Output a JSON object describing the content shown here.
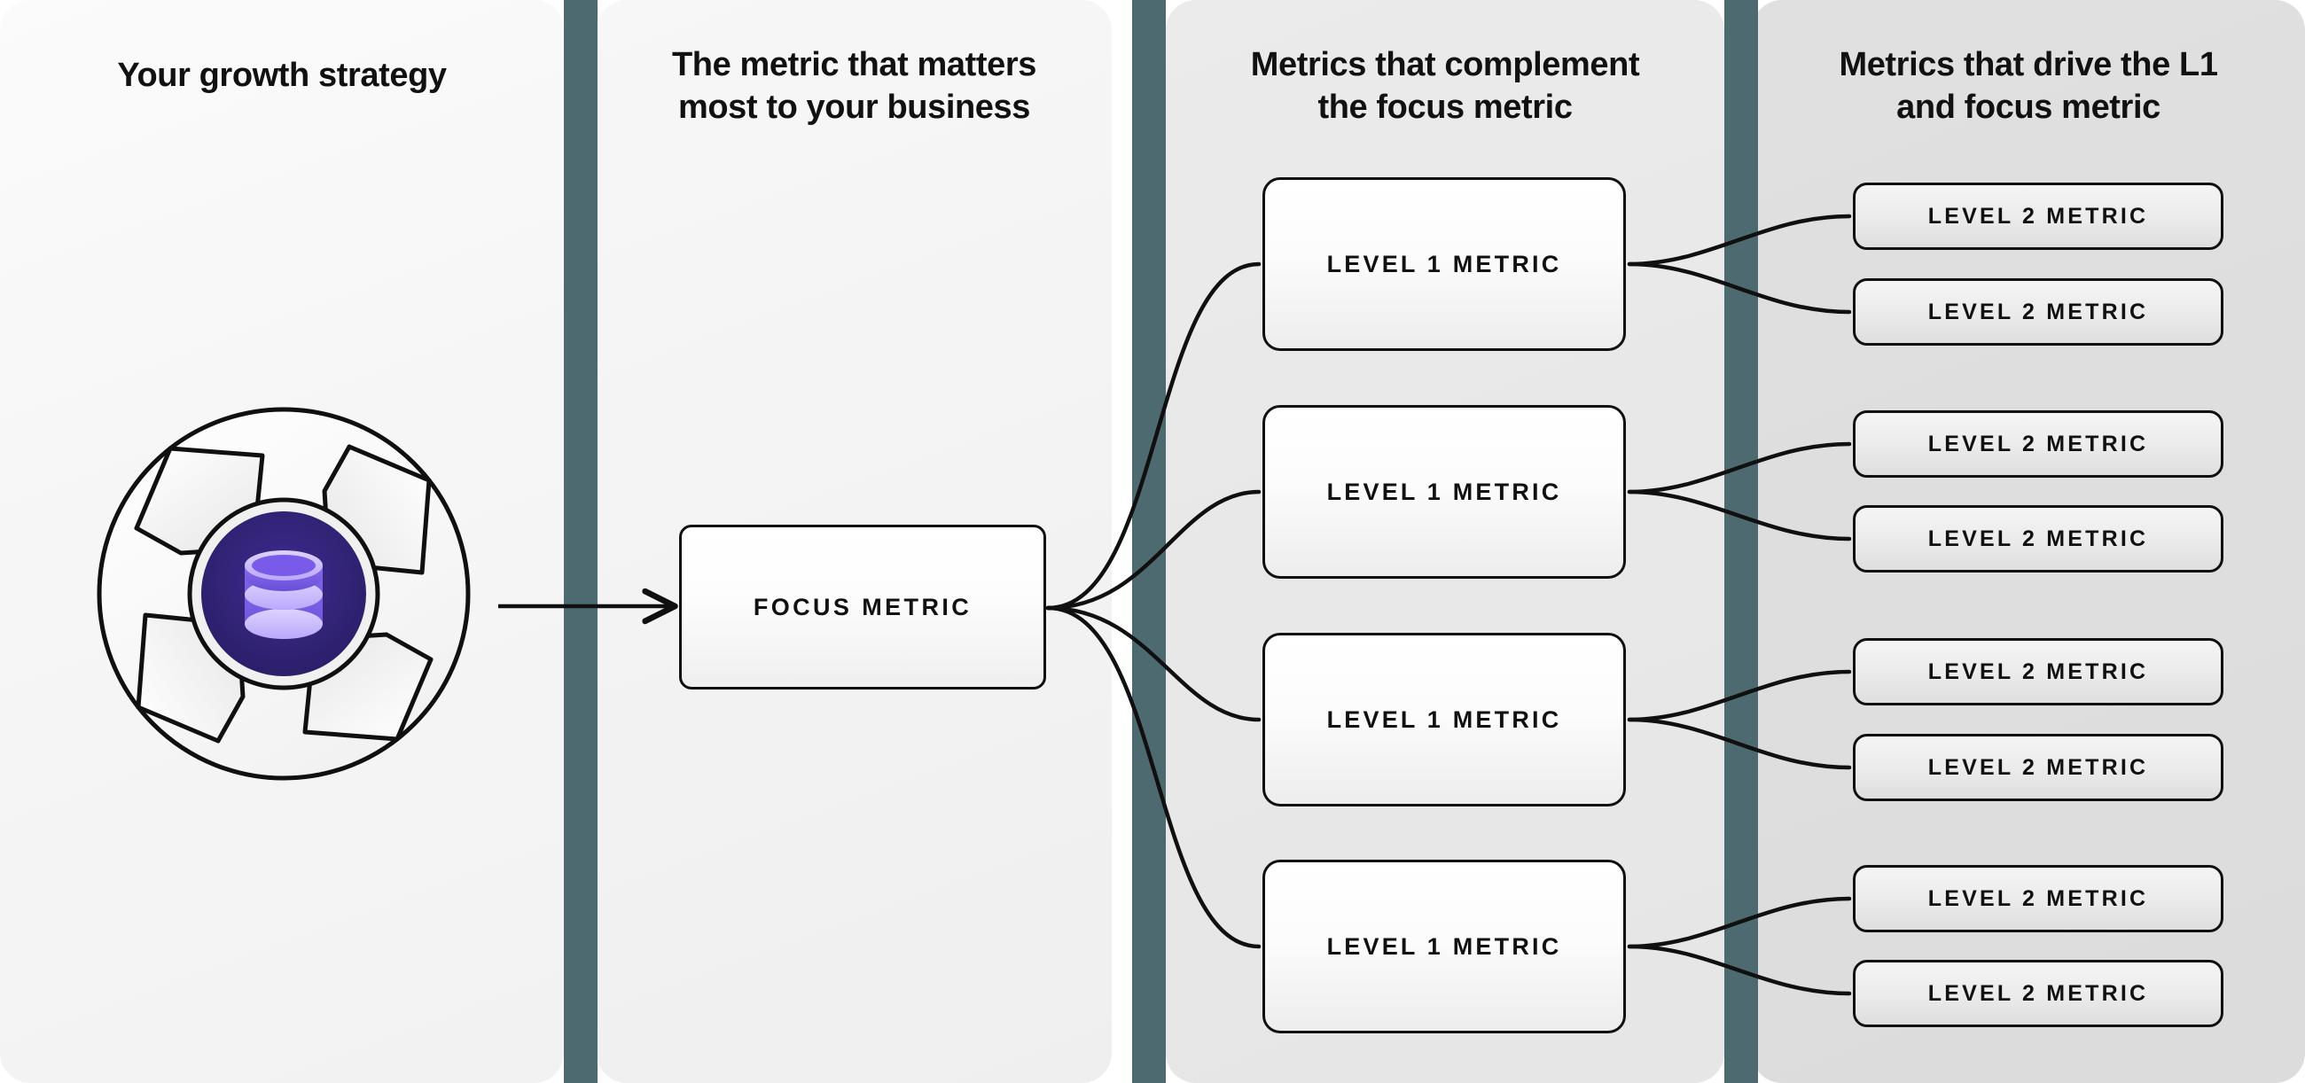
{
  "diagram": {
    "columns": [
      {
        "id": "growth-strategy",
        "title": "Your growth strategy"
      },
      {
        "id": "focus-metric",
        "title": "The metric that matters\nmost to your business"
      },
      {
        "id": "level-1-metrics",
        "title": "Metrics that complement\nthe focus metric"
      },
      {
        "id": "level-2-metrics",
        "title": "Metrics that drive the L1\nand focus metric"
      }
    ],
    "strategy_graphic": {
      "icon_name": "database-icon",
      "shape_name": "pinwheel-aperture"
    },
    "focus_metric": {
      "label": "FOCUS METRIC"
    },
    "level_1_metrics": [
      {
        "label": "LEVEL 1 METRIC",
        "children": [
          {
            "label": "LEVEL 2 METRIC"
          },
          {
            "label": "LEVEL 2 METRIC"
          }
        ]
      },
      {
        "label": "LEVEL 1 METRIC",
        "children": [
          {
            "label": "LEVEL 2 METRIC"
          },
          {
            "label": "LEVEL 2 METRIC"
          }
        ]
      },
      {
        "label": "LEVEL 1 METRIC",
        "children": [
          {
            "label": "LEVEL 2 METRIC"
          },
          {
            "label": "LEVEL 2 METRIC"
          }
        ]
      },
      {
        "label": "LEVEL 1 METRIC",
        "children": [
          {
            "label": "LEVEL 2 METRIC"
          },
          {
            "label": "LEVEL 2 METRIC"
          }
        ]
      }
    ],
    "colors": {
      "divider": "#4e6a71",
      "panel_1_bg": "#f7f7f7",
      "panel_2_bg": "#f3f3f3",
      "panel_3_bg": "#e8e8e8",
      "panel_4_bg": "#dedede",
      "node_border": "#101010",
      "text": "#111111",
      "icon_circle": "#312277",
      "icon_disc_light": "#c4b5fd",
      "icon_disc_body": "#7c5ce8"
    }
  }
}
